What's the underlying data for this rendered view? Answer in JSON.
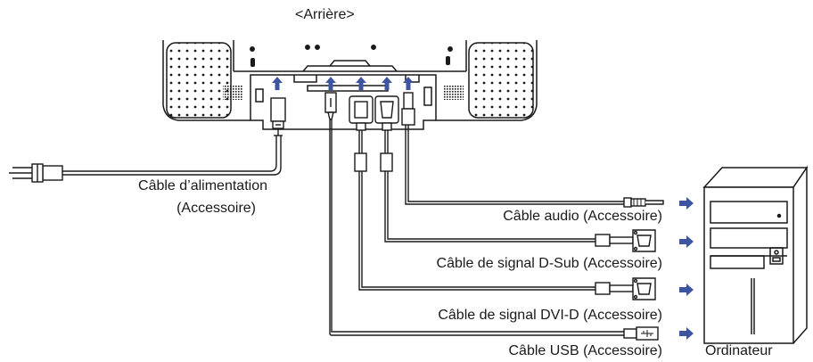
{
  "title": "<Arrière>",
  "power_cable": {
    "line1": "Câble d’alimentation",
    "line2": "(Accessoire)"
  },
  "cables": [
    {
      "id": "audio",
      "label": "Câble audio (Accessoire)"
    },
    {
      "id": "dsub",
      "label": "Câble de signal D-Sub (Accessoire)"
    },
    {
      "id": "dvi",
      "label": "Câble de signal DVI-D (Accessoire)"
    },
    {
      "id": "usb",
      "label": "Câble USB (Accessoire)"
    }
  ],
  "computer_label": "Ordinateur",
  "colors": {
    "arrow": "#3d55a0",
    "line": "#1a1a1a",
    "background": "#ffffff"
  }
}
